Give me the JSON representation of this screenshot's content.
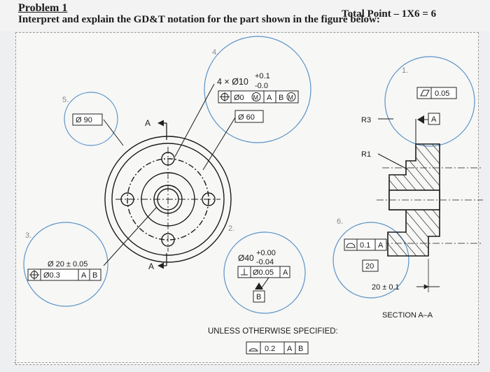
{
  "header": {
    "problem": "Problem 1",
    "total": "Total Point – 1X6 = 6",
    "instruction": "Interpret and explain the GD&T notation for the part shown in the figure below:"
  },
  "callouts": {
    "n1": "1.",
    "n2": "2.",
    "n3": "3.",
    "n4": "4.",
    "n5": "5.",
    "n6": "6.",
    "hole_qty": "4 × Ø10",
    "hole_tol_upper": "+0.1",
    "hole_tol_lower": "-0.0",
    "fcf4_tol": "Ø0",
    "fcf4_mod": "M",
    "fcf4_datum1": "A",
    "fcf4_datum2": "B",
    "fcf4_mod2": "M",
    "bc_60": "Ø 60",
    "dia_90": "Ø 90",
    "datumA_label": "A",
    "datumA_label2": "A",
    "dia20": "Ø 20 ± 0.05",
    "fcf3_tol": "Ø0.3",
    "fcf3_d1": "A",
    "fcf3_d2": "B",
    "dia40": "Ø40",
    "dia40_upper": "+0.00",
    "dia40_lower": "-0.04",
    "fcf2_tol": "Ø0.05",
    "fcf2_d1": "A",
    "datumB": "B",
    "r3": "R3",
    "r1": "R1",
    "fcf1_tol": "0.05",
    "datumA_box": "A",
    "fcf6_tol": "0.1",
    "fcf6_d1": "A",
    "basic20": "20",
    "dim20": "20 ± 0.1",
    "section": "SECTION A–A",
    "unless": "UNLESS OTHERWISE SPECIFIED:",
    "fcfU_tol": "0.2",
    "fcfU_d1": "A",
    "fcfU_d2": "B"
  }
}
